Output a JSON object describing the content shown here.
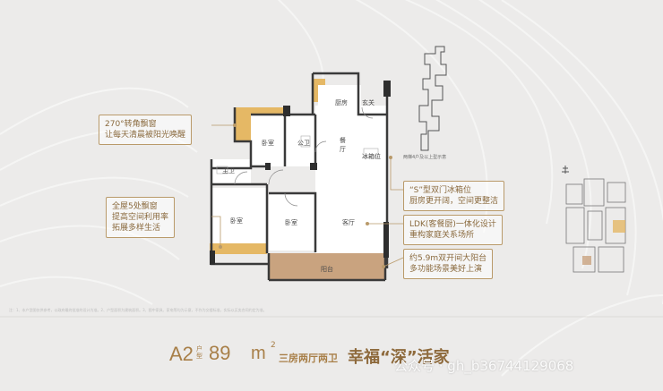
{
  "callouts": {
    "bay_window": [
      "270°转角飘窗",
      "让每天清晨被阳光唤醒"
    ],
    "full_bay": [
      "全屋5处飘窗",
      "提高空间利用率",
      "拓展多样生活"
    ],
    "door_fridge": [
      "“S”型双门冰箱位",
      "厨房更开阔，空间更整洁"
    ],
    "ldk": [
      "LDK(客餐厨)一体化设计",
      "重构家庭关系场所"
    ],
    "balcony": [
      "约5.9m双开间大阳台",
      "多功能场景美好上演"
    ]
  },
  "rooms": {
    "kitchen": "厨房",
    "entrance": "玄关",
    "bedroom_a": "卧室",
    "public_bath": "公卫",
    "dining": "餐厅",
    "fridge": "冰箱位",
    "master_bath": "主卫",
    "bedroom_b": "卧室",
    "bedroom_c": "卧室",
    "living": "客厅",
    "balcony": "阳台"
  },
  "notes": {
    "top": "两梯4户及以上型示意"
  },
  "disclaimer": "注：1、本户型图仅供参考，以政府最终批准的设计为准。2、户型面积为建筑面积。3、图中家具、家电等均为示意，不作为交楼标准，实际以买卖合同约定为准。",
  "unit_tag": {
    "code": "A2",
    "type_label": "户型",
    "area": "89",
    "area_unit": "m",
    "area_sup": "2",
    "layout": "三房两厅两卫",
    "slogan": "幸福“深”活家"
  },
  "watermark": "公众号 · gh_b36744129068",
  "colors": {
    "background": "#ecebea",
    "gold": "#a87f48",
    "window_fill": "#e5b865",
    "balcony_fill": "#c9a37f",
    "wall": "#3a3a3a"
  }
}
